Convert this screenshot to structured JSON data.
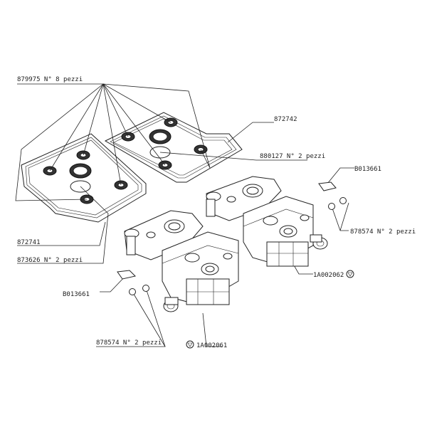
{
  "labels": {
    "seal_kit_8": "879975 N° 8 pezzi",
    "gasket_right": "872742",
    "seal_880127": "880127 N° 2 pezzi",
    "clip_right": "B013661",
    "oring_right": "878574 N° 2 pezzi",
    "head_right": "1A002062",
    "gasket_left": "872741",
    "seal_873626": "873626 N° 2 pezzi",
    "clip_left": "B013661",
    "oring_left": "878574 N° 2 pezzi",
    "head_left": "1A002061"
  }
}
